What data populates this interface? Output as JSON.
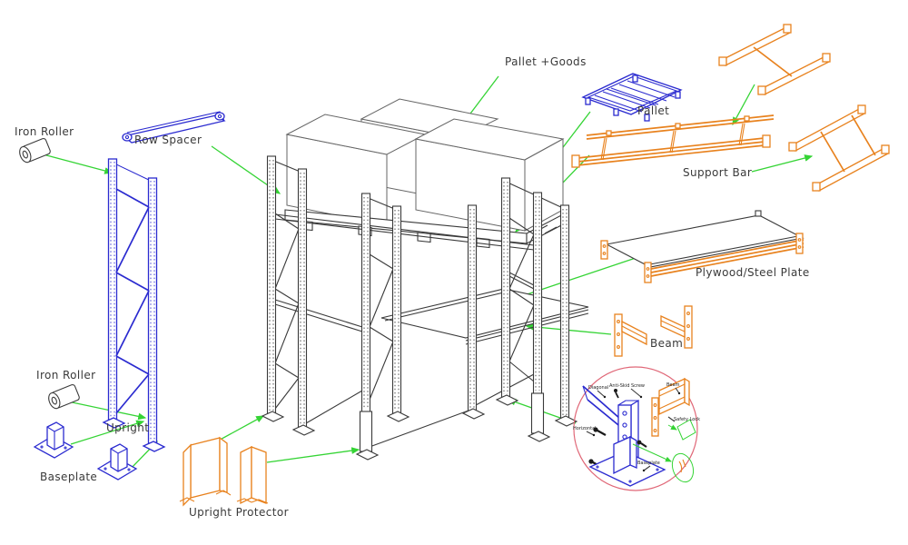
{
  "labels": {
    "iron_roller_top": "Iron Roller",
    "row_spacer": "Row Spacer",
    "pallet_goods": "Pallet +Goods",
    "pallet": "Pallet",
    "support_bar": "Support Bar",
    "plywood_steel_plate": "Plywood/Steel Plate",
    "beam": "Beam",
    "iron_roller_bottom": "Iron Roller",
    "upright": "Upright",
    "baseplate": "Baseplate",
    "upright_protector": "Upright Protector"
  },
  "detail_labels": {
    "diagonal": "Diagonal",
    "anti_skid_screw": "Anti-Skid Screw",
    "beam": "Beam",
    "horizontal": "Horizontal",
    "safety_lock": "Safety Lock",
    "baseplate": "Baseplate"
  },
  "colors": {
    "blue": "#2b2bd0",
    "orange": "#e8821e",
    "green": "#35d435",
    "dark": "#3a3a3a",
    "detail_circle": "#e06878",
    "box_edge": "#666666"
  }
}
